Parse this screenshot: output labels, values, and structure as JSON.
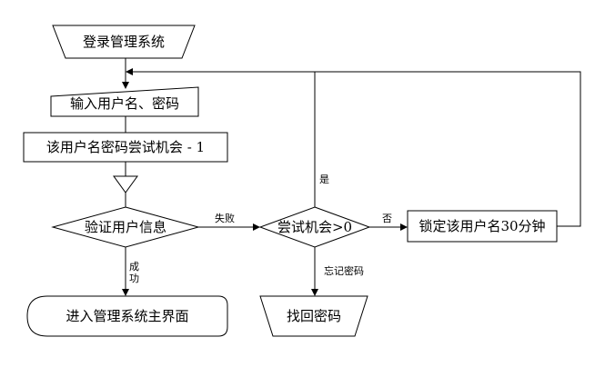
{
  "nodes": {
    "login_system": "登录管理系统",
    "input_credentials": "输入用户名、密码",
    "decrement_attempts": "该用户名密码尝试机会 - 1",
    "verify_user": "验证用户信息",
    "attempts_left": "尝试机会>0",
    "lock_user": "锁定该用户名30分钟",
    "enter_main": "进入管理系统主界面",
    "recover_password": "找回密码"
  },
  "edge_labels": {
    "fail": "失败",
    "success_line1": "成",
    "success_line2": "功",
    "yes": "是",
    "no": "否",
    "forgot_password": "忘记密码"
  },
  "colors": {
    "stroke": "#000000",
    "fill": "#ffffff"
  }
}
